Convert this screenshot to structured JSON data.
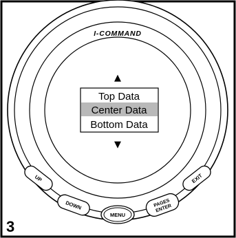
{
  "brand": "I-COMMAND",
  "figure_number": "3",
  "menu": {
    "up_arrow": "▲",
    "down_arrow": "▼",
    "items": [
      "Top Data",
      "Center Data",
      "Bottom Data"
    ],
    "selected_index": 1
  },
  "buttons": {
    "up": "UP",
    "down": "DOWN",
    "menu": "MENU",
    "pages_enter_line1": "PAGES",
    "pages_enter_line2": "ENTER",
    "exit": "EXIT"
  },
  "colors": {
    "line": "#000000",
    "highlight": "#b9b9b9",
    "background": "#ffffff"
  }
}
